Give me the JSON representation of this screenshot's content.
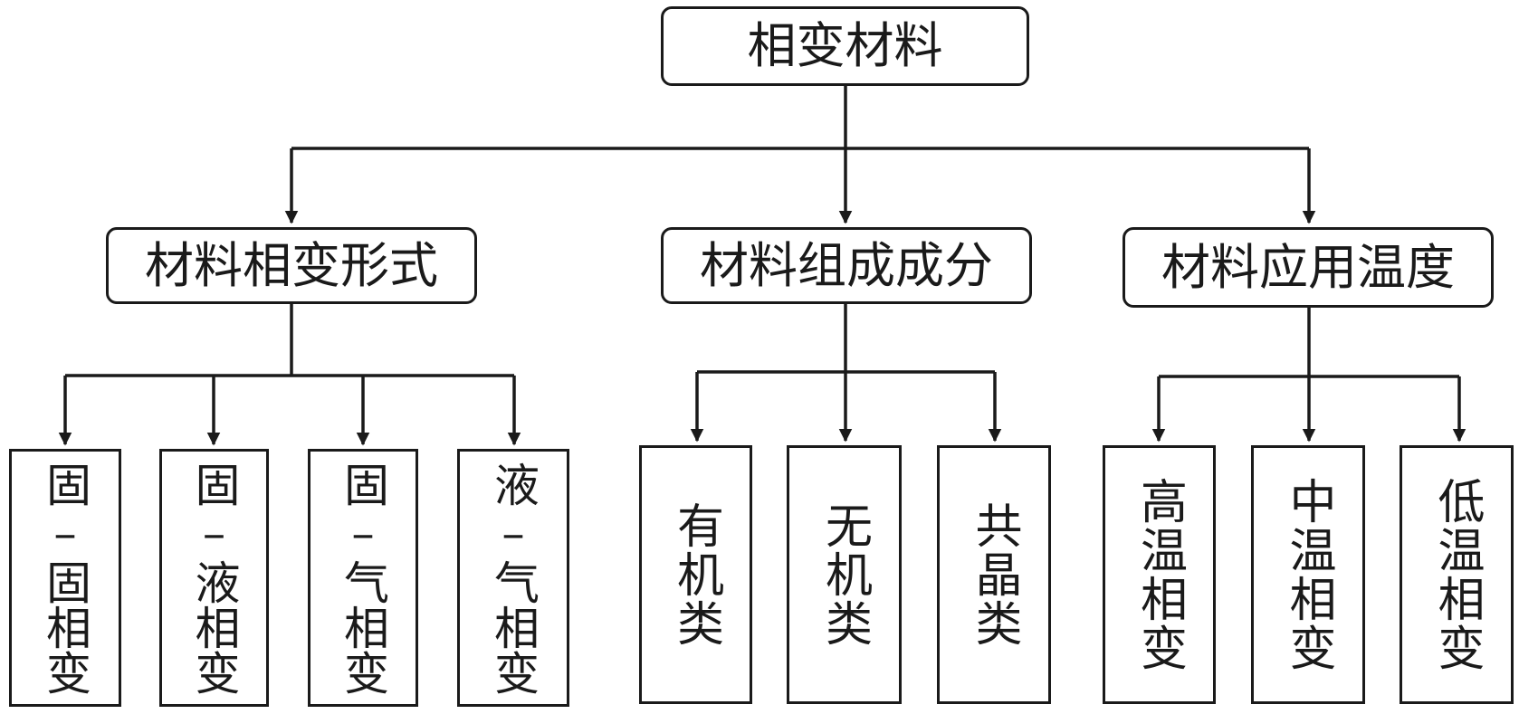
{
  "diagram": {
    "root": "相变材料",
    "categories": [
      {
        "label": "材料相变形式",
        "children": [
          "固–固相变",
          "固–液相变",
          "固–气相变",
          "液–气相变"
        ]
      },
      {
        "label": "材料组成成分",
        "children": [
          "有机类",
          "无机类",
          "共晶类"
        ]
      },
      {
        "label": "材料应用温度",
        "children": [
          "高温相变",
          "中温相变",
          "低温相变"
        ]
      }
    ],
    "colors": {
      "line": "#1a1a1a",
      "box_fill": "#ffffff",
      "background": "#ffffff"
    }
  }
}
